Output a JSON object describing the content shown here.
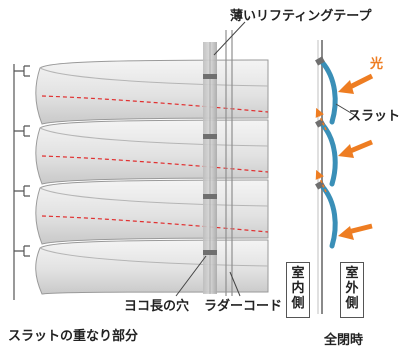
{
  "labels": {
    "thin_lifting_tape": "薄いリフティングテープ",
    "light": "光",
    "slat": "スラット",
    "horizontal_hole": "ヨコ長の穴",
    "ladder_cord": "ラダーコード",
    "slat_overlap": "スラットの重なり部分",
    "fully_closed": "全閉時"
  },
  "side_labels": {
    "indoor": [
      "室",
      "内",
      "側"
    ],
    "outdoor": [
      "室",
      "外",
      "側"
    ]
  },
  "colors": {
    "light_arrow": "#ee7d22",
    "slat_blue": "#3a8fb7",
    "tape_gray": "#9a9a9a",
    "overlap_dash": "#e03030"
  }
}
